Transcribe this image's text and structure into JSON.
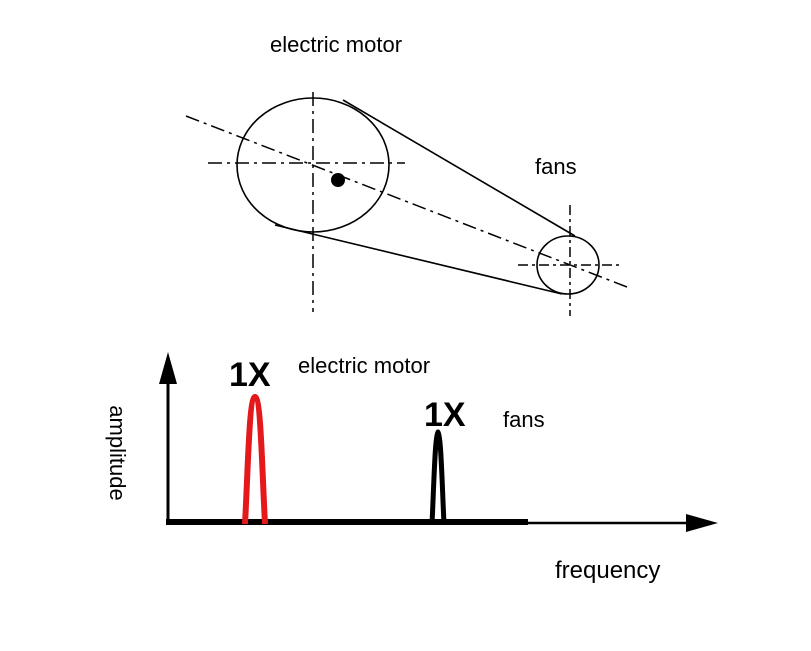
{
  "belt_diagram": {
    "motor_label": "electric motor",
    "fans_label": "fans"
  },
  "spectrum": {
    "y_axis_label": "amplitude",
    "x_axis_label": "frequency",
    "peaks": [
      {
        "label": "1X",
        "source": "electric motor",
        "color": "#e3191c"
      },
      {
        "label": "1X",
        "source": "fans",
        "color": "#000000"
      }
    ]
  }
}
